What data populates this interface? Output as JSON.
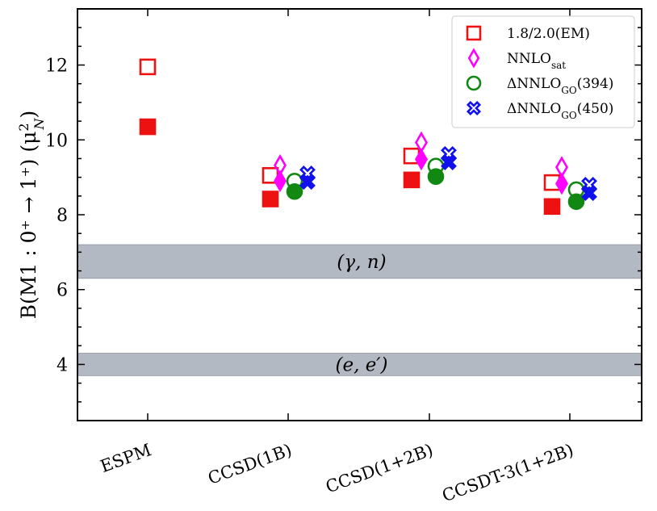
{
  "chart_data": {
    "type": "scatter",
    "ylabel": "B(M1 : 0⁺ → 1⁺) (μ²_N)",
    "ylim": [
      2.5,
      13.5
    ],
    "yticks": [
      4,
      6,
      8,
      10,
      12
    ],
    "categories": [
      "ESPM",
      "CCSD(1B)",
      "CCSD(1+2B)",
      "CCSDT-3(1+2B)"
    ],
    "grid": false,
    "legend_position": "top-right",
    "bands": [
      {
        "label": "(γ, n)",
        "range": [
          6.3,
          7.2
        ]
      },
      {
        "label": "(e, e′)",
        "range": [
          3.7,
          4.3
        ]
      }
    ],
    "series": [
      {
        "name": "1.8/2.0(EM)",
        "marker": "square",
        "color": "#ee1111",
        "points": [
          {
            "category": "ESPM",
            "open": 11.95,
            "filled": 10.35
          },
          {
            "category": "CCSD(1B)",
            "open": 9.05,
            "filled": 8.42
          },
          {
            "category": "CCSD(1+2B)",
            "open": 9.57,
            "filled": 8.93
          },
          {
            "category": "CCSDT-3(1+2B)",
            "open": 8.86,
            "filled": 8.22
          }
        ]
      },
      {
        "name": "NNLO_sat",
        "marker": "diamond",
        "color": "#ff00ff",
        "points": [
          {
            "category": "CCSD(1B)",
            "open": 9.32,
            "filled": 8.9
          },
          {
            "category": "CCSD(1+2B)",
            "open": 9.93,
            "filled": 9.48
          },
          {
            "category": "CCSDT-3(1+2B)",
            "open": 9.27,
            "filled": 8.83
          }
        ]
      },
      {
        "name": "ΔNNLO_GO(394)",
        "marker": "circle",
        "color": "#118811",
        "points": [
          {
            "category": "CCSD(1B)",
            "open": 8.9,
            "filled": 8.62
          },
          {
            "category": "CCSD(1+2B)",
            "open": 9.3,
            "filled": 9.02
          },
          {
            "category": "CCSDT-3(1+2B)",
            "open": 8.67,
            "filled": 8.35
          }
        ]
      },
      {
        "name": "ΔNNLO_GO(450)",
        "marker": "x",
        "color": "#1111ee",
        "points": [
          {
            "category": "CCSD(1B)",
            "open": 9.1,
            "filled": 8.88
          },
          {
            "category": "CCSD(1+2B)",
            "open": 9.62,
            "filled": 9.4
          },
          {
            "category": "CCSDT-3(1+2B)",
            "open": 8.8,
            "filled": 8.58
          }
        ]
      }
    ]
  }
}
